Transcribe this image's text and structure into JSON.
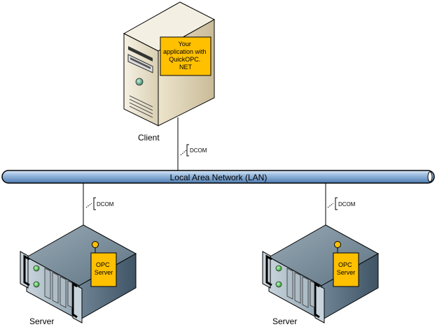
{
  "diagram": {
    "client": {
      "label": "Client",
      "app_box": [
        "Your",
        "application with",
        "QuickOPC.",
        "NET"
      ]
    },
    "network": {
      "label": "Local Area Network (LAN)"
    },
    "connections": [
      {
        "protocol": "DCOM"
      },
      {
        "protocol": "DCOM"
      },
      {
        "protocol": "DCOM"
      }
    ],
    "servers": [
      {
        "label": "Server",
        "box": [
          "OPC",
          "Server"
        ]
      },
      {
        "label": "Server",
        "box": [
          "OPC",
          "Server"
        ]
      }
    ],
    "colors": {
      "app_box": "#FFC000",
      "lan_pipe": "#7FA6CF",
      "client_case": "#E8E0C8",
      "server_body": "#7F95A3",
      "led_green": "#4CC34C"
    }
  }
}
